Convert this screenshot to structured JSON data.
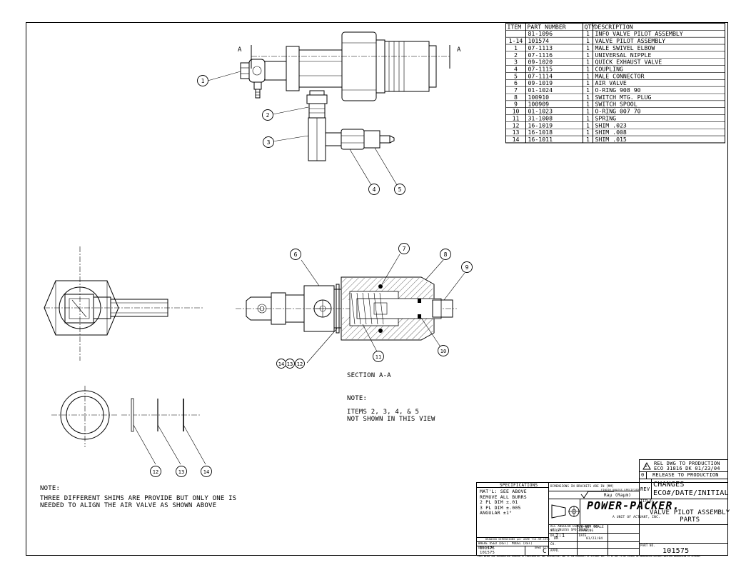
{
  "bom": {
    "headers": {
      "item": "ITEM",
      "part_number": "PART NUMBER",
      "qty": "QTY",
      "description": "DESCRIPTION"
    },
    "rows": [
      {
        "item": "",
        "part_number": "81-1096",
        "qty": "1",
        "description": "INFO VALVE PILOT ASSEMBLY"
      },
      {
        "item": "1-14",
        "part_number": "101574",
        "qty": "1",
        "description": "VALVE PILOT ASSEMBLY"
      },
      {
        "item": "1",
        "part_number": "07-1113",
        "qty": "1",
        "description": "MALE SWIVEL ELBOW"
      },
      {
        "item": "2",
        "part_number": "07-1116",
        "qty": "1",
        "description": "UNIVERSAL NIPPLE"
      },
      {
        "item": "3",
        "part_number": "09-1020",
        "qty": "1",
        "description": "QUICK EXHAUST VALVE"
      },
      {
        "item": "4",
        "part_number": "07-1115",
        "qty": "1",
        "description": "COUPLING"
      },
      {
        "item": "5",
        "part_number": "07-1114",
        "qty": "1",
        "description": "MALE CONNECTOR"
      },
      {
        "item": "6",
        "part_number": "09-1019",
        "qty": "1",
        "description": "AIR VALVE"
      },
      {
        "item": "7",
        "part_number": "01-1024",
        "qty": "1",
        "description": "O-RING 908 90"
      },
      {
        "item": "8",
        "part_number": "100910",
        "qty": "1",
        "description": "SWITCH MTG. PLUG"
      },
      {
        "item": "9",
        "part_number": "100909",
        "qty": "1",
        "description": "SWITCH SPOOL"
      },
      {
        "item": "10",
        "part_number": "01-1023",
        "qty": "1",
        "description": "O-RING 007 70"
      },
      {
        "item": "11",
        "part_number": "31-1008",
        "qty": "1",
        "description": "SPRING"
      },
      {
        "item": "12",
        "part_number": "16-1019",
        "qty": "1",
        "description": "SHIM .023"
      },
      {
        "item": "13",
        "part_number": "16-1018",
        "qty": "1",
        "description": "SHIM .008"
      },
      {
        "item": "14",
        "part_number": "16-1011",
        "qty": "1",
        "description": "SHIM .015"
      }
    ]
  },
  "section_markers": {
    "left": "A",
    "right": "A"
  },
  "balloons": [
    "1",
    "2",
    "3",
    "4",
    "5",
    "6",
    "7",
    "8",
    "9",
    "10",
    "11",
    "12",
    "13",
    "14",
    "12",
    "13",
    "14"
  ],
  "section_label": "SECTION A-A",
  "view_note": {
    "heading": "NOTE:",
    "text": "ITEMS 2, 3, 4, & 5\nNOT SHOWN IN THIS VIEW"
  },
  "main_note": {
    "heading": "NOTE:",
    "text": "THREE DIFFERENT SHIMS ARE PROVIDE BUT ONLY ONE IS\nNEEDED TO ALIGN THE AIR VALVE AS SHOWN ABOVE"
  },
  "revision": {
    "rev_line1": "REL DWG TO PRODUCTION",
    "rev_line2": "ECO 31816 DK 01/23/04",
    "rev_symbol": "1",
    "rev_zero": "0",
    "rev_zero_text": "RELEASE TO PRODUCTION",
    "rev_label": "REV.",
    "changes": "CHANGES",
    "changes_sub": "ECO#/DATE/INITIAL"
  },
  "title_block": {
    "spec_header": "SPECIFICATIONS",
    "specs": "MAT'L: SEE ABOVE\nREMOVE ALL BURRS\n2 PL DIM ±.01\n3 PL DIM ±.005\nANGULAR ±1°",
    "dims_bracket": "DIMENSIONS IN BRACKETS ARE IN [MM]",
    "finish_note": "FINISH UNLESS SPECIFIED",
    "finish_value": "Raμ (Raμm)",
    "logo": "POWER-PACKER.",
    "logo_sub": "A UNIT OF ACTUANT, INC.",
    "angular_note": "ALL ANGULAR DIMENSIONS ARE\n±0° UNLESS SPECIFIED",
    "drawing_std": "DRAWING DIMENSIONS per ASME Y14.5M-1994",
    "where_used_label": "WHERE USED (REF)",
    "model_label": "MODEL (REF)",
    "where_used": "101575",
    "scale_label": "SCALE",
    "scale": "2:1",
    "do_not_scale": "DO NOT SCALE\nDRAWING",
    "dr_label": "DR.",
    "dr": "DK",
    "date_label": "DATE",
    "date": "01/23/04",
    "ch_label": "CH.",
    "appd_label": "APPD.",
    "title_label": "TITLE:",
    "title": "VALVE PILOT ASSEMBLY\nPARTS",
    "dos_label": "DOS FILE",
    "dos_file": "101575",
    "dwg_size_label": "DRWG SIZE",
    "dwg_size": "C",
    "part_no_label": "PART NO.",
    "part_no": "101575",
    "footer": "THIS PRINT AND INFORMATION THEREIN IS CONFIDENTIAL AND PROPRIETARY AND IS THE PROPERTY OF ACTUANT INC. IT IS NOT TO BE COPIED OR REPRODUCED WITHOUT WRITTEN PERMISSION OF ACTUANT."
  }
}
